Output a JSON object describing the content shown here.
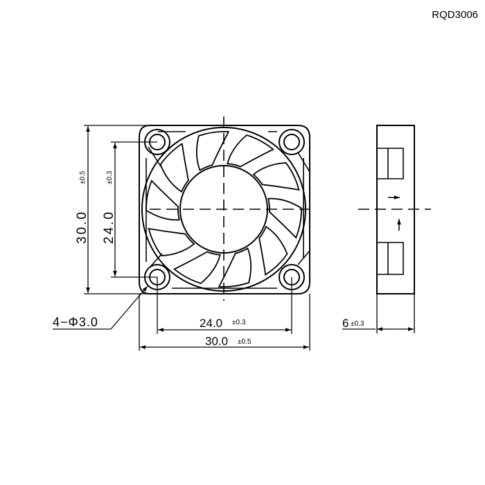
{
  "model": "RQD3006",
  "front_view": {
    "height_dim": {
      "value": "30.0",
      "tol": "±0.5"
    },
    "inner_height_dim": {
      "value": "24.0",
      "tol": "±0.3"
    },
    "hole_spacing_dim": {
      "value": "24.0",
      "tol": "±0.3"
    },
    "width_dim": {
      "value": "30.0",
      "tol": "±0.5"
    },
    "hole_callout": "4−Φ3.0",
    "blade_count": 10
  },
  "side_view": {
    "thickness_dim": {
      "value": "6",
      "tol": "±0.3"
    }
  }
}
